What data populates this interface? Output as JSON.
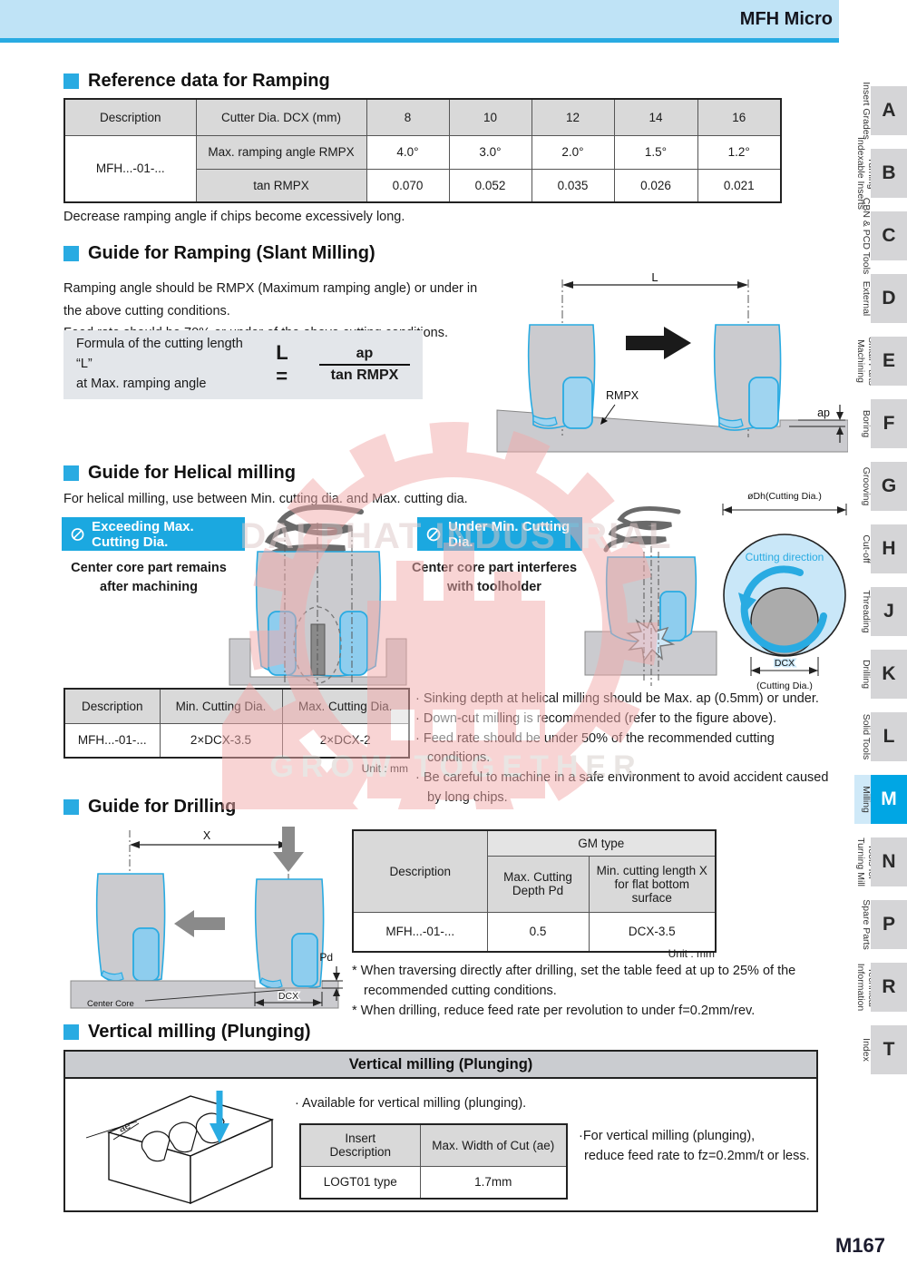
{
  "page": {
    "brand_header": "MFH Micro",
    "page_number": "M167"
  },
  "colors": {
    "accent_cyan": "#29abe2",
    "banner_blue": "#1ba8e0",
    "active_tab": "#00a6e4",
    "header_band": "#bfe3f6",
    "table_header_gray": "#d9d9d9"
  },
  "ramping_ref": {
    "title": "Reference data for Ramping",
    "table": {
      "desc_header": "Description",
      "dia_header": "Cutter Dia. DCX (mm)",
      "dia_values": [
        "8",
        "10",
        "12",
        "14",
        "16"
      ],
      "row_label": "MFH...-01-...",
      "row1_name": "Max. ramping angle RMPX",
      "row1_values": [
        "4.0°",
        "3.0°",
        "2.0°",
        "1.5°",
        "1.2°"
      ],
      "row2_name": "tan RMPX",
      "row2_values": [
        "0.070",
        "0.052",
        "0.035",
        "0.026",
        "0.021"
      ]
    },
    "note": "Decrease ramping angle if chips become excessively long."
  },
  "ramping_guide": {
    "title": "Guide for Ramping (Slant Milling)",
    "line1": "Ramping angle should be RMPX (Maximum ramping angle) or under in the above cutting conditions.",
    "line2": "Feed rate should be 70% or under of the above cutting conditions.",
    "formula_label1": "Formula of the cutting length “L”",
    "formula_label2": "at Max. ramping angle",
    "formula_lhs": "L  =",
    "formula_num": "ap",
    "formula_den": "tan RMPX",
    "diagram": {
      "L": "L",
      "RMPX": "RMPX",
      "ap": "ap"
    }
  },
  "helical": {
    "title": "Guide for Helical milling",
    "subtitle": "For helical milling, use between Min. cutting dia. and Max. cutting dia.",
    "banner_left": "Exceeding Max. Cutting Dia.",
    "banner_right": "Under Min. Cutting Dia.",
    "caption_left": "Center core part remains\nafter machining",
    "caption_right": "Center core part interferes\nwith toolholder",
    "circle": {
      "top_label": "øDh(Cutting Dia.)",
      "direction": "Cutting direction",
      "dcx": "DCX",
      "dcx_sub": "(Cutting Dia.)"
    },
    "table": {
      "h1": "Description",
      "h2": "Min. Cutting Dia.",
      "h3": "Max. Cutting Dia.",
      "r1": "MFH...-01-...",
      "r2": "2×DCX-3.5",
      "r3": "2×DCX-2",
      "unit": "Unit : mm"
    },
    "notes": [
      "· Sinking depth at helical milling should be Max. ap (0.5mm) or under.",
      "· Down-cut milling is recommended (refer to the figure above).",
      "· Feed rate should be under 50% of the recommended cutting conditions.",
      "· Be careful to machine in a safe environment to avoid accident caused by long chips."
    ]
  },
  "drilling": {
    "title": "Guide for Drilling",
    "diagram": {
      "X": "X",
      "Pd": "Pd",
      "center_core": "Center Core",
      "DCX": "DCX"
    },
    "table": {
      "desc": "Description",
      "group": "GM type",
      "sub1a": "Max. Cutting",
      "sub1b": "Depth Pd",
      "sub2a": "Min. cutting length X",
      "sub2b": "for flat bottom surface",
      "r1": "MFH...-01-...",
      "r2": "0.5",
      "r3": "DCX-3.5",
      "unit": "Unit : mm"
    },
    "notes": [
      "* When traversing directly after drilling, set the table feed at up to 25% of the recommended cutting conditions.",
      "* When drilling, reduce feed rate per revolution to under f=0.2mm/rev."
    ]
  },
  "vertical": {
    "title": "Vertical milling (Plunging)",
    "box_title": "Vertical milling (Plunging)",
    "bullet": "· Available for vertical milling (plunging).",
    "diagram_label": "ae",
    "table": {
      "h1a": "Insert",
      "h1b": "Description",
      "h2": "Max. Width of Cut (ae)",
      "r1": "LOGT01 type",
      "r2": "1.7mm"
    },
    "note1": "·For vertical milling (plunging),",
    "note2": "reduce feed rate to fz=0.2mm/t or less."
  },
  "watermark": {
    "line1": "DAI PHAT INDUSTRIAL",
    "line2": "GROW TOGETHER"
  },
  "sidebar": {
    "tabs": [
      {
        "letter": "A",
        "label": "Insert Grades",
        "active": false
      },
      {
        "letter": "B",
        "label": "Turning\nIndexable Inserts",
        "active": false
      },
      {
        "letter": "C",
        "label": "CBN & PCD Tools",
        "active": false
      },
      {
        "letter": "D",
        "label": "External",
        "active": false
      },
      {
        "letter": "E",
        "label": "Small Parts\nMachining",
        "active": false
      },
      {
        "letter": "F",
        "label": "Boring",
        "active": false
      },
      {
        "letter": "G",
        "label": "Grooving",
        "active": false
      },
      {
        "letter": "H",
        "label": "Cut-off",
        "active": false
      },
      {
        "letter": "J",
        "label": "Threading",
        "active": false
      },
      {
        "letter": "K",
        "label": "Drilling",
        "active": false
      },
      {
        "letter": "L",
        "label": "Solid Tools",
        "active": false
      },
      {
        "letter": "M",
        "label": "Milling",
        "active": true
      },
      {
        "letter": "N",
        "label": "Tools for\nTurning Mill",
        "active": false
      },
      {
        "letter": "P",
        "label": "Spare Parts",
        "active": false
      },
      {
        "letter": "R",
        "label": "Technical\nInformation",
        "active": false
      },
      {
        "letter": "T",
        "label": "Index",
        "active": false
      }
    ]
  }
}
